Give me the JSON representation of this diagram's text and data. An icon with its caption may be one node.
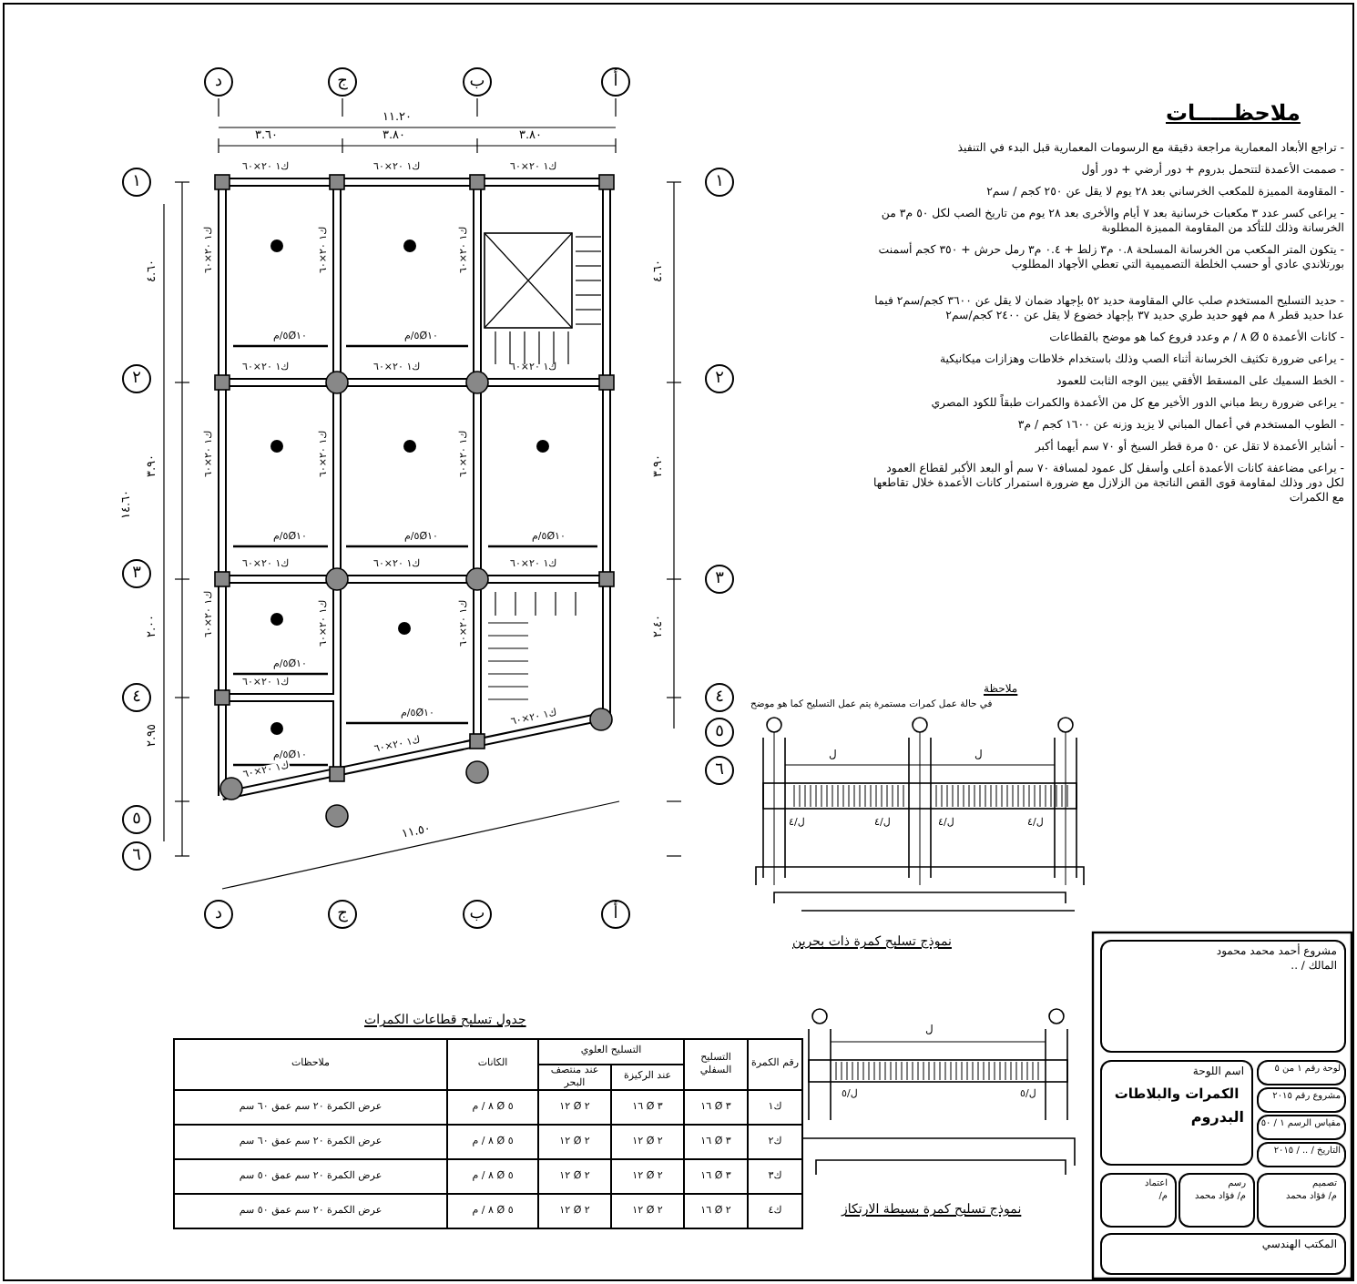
{
  "diagram": {
    "nodes": [
      {
        "text": [
          "د"
        ]
      },
      {
        "text": [
          "ج"
        ]
      },
      {
        "text": [
          "ب"
        ]
      },
      {
        "text": [
          "أ"
        ]
      },
      {
        "text": [
          "١"
        ]
      },
      {
        "text": [
          "٢"
        ]
      },
      {
        "text": [
          "٣"
        ]
      },
      {
        "text": [
          "٤"
        ]
      },
      {
        "text": [
          "٥"
        ]
      },
      {
        "text": [
          "٦"
        ]
      },
      {
        "text": [
          "١"
        ]
      },
      {
        "text": [
          "٢"
        ]
      },
      {
        "text": [
          "٣"
        ]
      },
      {
        "text": [
          "٤"
        ]
      },
      {
        "text": [
          "٥"
        ]
      },
      {
        "text": [
          "٦"
        ]
      },
      {
        "text": [
          "د"
        ]
      },
      {
        "text": [
          "ج"
        ]
      },
      {
        "text": [
          "ب"
        ]
      },
      {
        "text": [
          "أ"
        ]
      },
      {
        "text": [
          "مشروع أحمد محمد محمود",
          "المالك / .."
        ]
      },
      {
        "text": [
          "اسم اللوحة",
          "الكمرات والبلاطات",
          "البدروم"
        ]
      },
      {
        "text": [
          "لوحة رقم ١ من ٥"
        ]
      },
      {
        "text": [
          "مشروع رقم ٢٠١٥"
        ]
      },
      {
        "text": [
          "مقياس الرسم ١ / ٥٠"
        ]
      },
      {
        "text": [
          "التاريخ / .. / ٢٠١٥"
        ]
      },
      {
        "text": [
          "تصميم",
          "م/ فؤاد محمد"
        ]
      },
      {
        "text": [
          "رسم",
          "م/ فؤاد محمد"
        ]
      },
      {
        "text": [
          "اعتماد",
          "م/"
        ]
      },
      {
        "text": [
          "المكتب الهندسي"
        ]
      }
    ],
    "edges": [],
    "labels": [
      "ملاحظـــــات",
      "- تراجع الأبعاد المعمارية مراجعة دقيقة مع الرسومات المعمارية قبل البدء في التنفيذ",
      "- صممت الأعمدة لتتحمل بدروم + دور أرضي + دور أول",
      "- المقاومة المميزة للمكعب الخرساني بعد ٢٨ يوم لا يقل عن ٢٥٠ كجم / سم٢",
      "- يراعى كسر عدد ٣ مكعبات خرسانية بعد ٧ أيام والأخرى بعد ٢٨ يوم من تاريخ الصب لكل ٥٠ م٣ من الخرسانة وذلك للتأكد من المقاومة المميزة المطلوبة",
      "- يتكون المتر المكعب من الخرسانة المسلحة ٠.٨ م٣ زلط + ٠.٤ م٣ رمل حرش + ٣٥٠ كجم أسمنت بورتلاندي عادي أو حسب الخلطة التصميمية التي تعطي الأجهاد المطلوب",
      "- حديد التسليح المستخدم صلب عالي المقاومة حديد ٥٢ بإجهاد ضمان لا يقل عن ٣٦٠٠ كجم/سم٢ فيما عدا حديد قطر ٨ مم فهو حديد طري حديد ٣٧ بإجهاد خضوع لا يقل عن ٢٤٠٠ كجم/سم٢",
      "- كانات الأعمدة ٥ Ø ٨ / م وعدد فروع كما هو موضح بالقطاعات",
      "- يراعى ضرورة تكثيف الخرسانة أثناء الصب وذلك باستخدام خلاطات وهزازات ميكانيكية",
      "- الخط السميك على المسقط الأفقي يبين الوجه الثابت للعمود",
      "- يراعى ضرورة ربط مباني الدور الأخير مع كل من الأعمدة والكمرات طبقاً للكود المصري",
      "- الطوب المستخدم في أعمال المباني لا يزيد وزنه عن ١٦٠٠ كجم / م٣",
      "- أشاير الأعمدة لا تقل عن ٥٠ مرة قطر السيخ أو ٧٠ سم أيهما أكبر",
      "- يراعى مضاعفة كانات الأعمدة أعلى وأسفل كل عمود لمسافة ٧٠ سم أو البعد الأكبر لقطاع العمود لكل دور وذلك لمقاومة قوى القص الناتجة من الزلازل مع ضرورة استمرار كانات الأعمدة خلال تقاطعها مع الكمرات",
      "١١.٢٠",
      "٣.٦٠",
      "٣.٨٠",
      "٣.٨٠",
      "ك١ ٢٠×٦٠",
      "ك١ ٢٠×٦٠",
      "ك١ ٢٠×٦٠",
      "ك١ ٢٠×٦٠",
      "ك١ ٢٠×٦٠",
      "ك١ ٢٠×٦٠",
      "ك١ ٢٠×٦٠",
      "ك١ ٢٠×٦٠",
      "ك١ ٢٠×٦٠",
      "ك١ ٢٠×٦٠",
      "ك١ ٢٠×٦٠",
      "ك١ ٢٠×٦٠",
      "ك١ ٢٠×٦٠",
      "ك١ ٢٠×٦٠",
      "ك١ ٢٠×٦٠",
      "ك١ ٢٠×٦٠",
      "ك١ ٢٠×٦٠",
      "ك١ ٢٠×٦٠",
      "ك١ ٢٠×٦٠",
      "ك١ ٢٠×٦٠",
      "ك١ ٢٠×٦٠",
      "ك١ ٢٠×٦٠",
      "٥Ø١٠/م",
      "٥Ø١٠/م",
      "٥Ø١٠/م",
      "٥Ø١٠/م",
      "٥Ø١٠/م",
      "٥Ø١٠/م",
      "٥Ø١٠/م",
      "٥Ø١٠/م",
      "١٤.٦٠",
      "٤.٦٠",
      "٣.٩٠",
      "٢.٠٠",
      "٢.٩٥",
      "٤.٦٠",
      "٣.٩٠",
      "٢.٤٠",
      "١١.٥٠",
      "ملاحظة",
      "في حالة عمل كمرات مستمرة يتم عمل التسليح كما هو موضح",
      "ل",
      "ل",
      "ل/٤",
      "ل/٤",
      "ل/٤",
      "ل/٤",
      "نموذج تسليح كمرة ذات بحرين",
      "ل",
      "ل/٥",
      "ل/٥",
      "نموذج تسليح كمرة بسيطة الارتكاز",
      "جدول تسليح قطاعات الكمرات",
      "رقم الكمرة",
      "التسليح السفلي",
      "التسليح العلوي",
      "الكانات",
      "ملاحظات",
      "عند الركيزة",
      "عند منتصف البحر",
      "ك١",
      "٣ Ø ١٦",
      "٣ Ø ١٦",
      "٢ Ø ١٢",
      "٥ Ø ٨ / م",
      "عرض الكمرة ٢٠ سم عمق ٦٠ سم",
      "ك٢",
      "٣ Ø ١٦",
      "٢ Ø ١٢",
      "٢ Ø ١٢",
      "٥ Ø ٨ / م",
      "عرض الكمرة ٢٠ سم عمق ٦٠ سم",
      "ك٣",
      "٣ Ø ١٦",
      "٢ Ø ١٢",
      "٢ Ø ١٢",
      "٥ Ø ٨ / م",
      "عرض الكمرة ٢٠ سم عمق ٥٠ سم",
      "ك٤",
      "٢ Ø ١٦",
      "٢ Ø ١٢",
      "٢ Ø ١٢",
      "٥ Ø ٨ / م",
      "عرض الكمرة ٢٠ سم عمق ٥٠ سم"
    ]
  }
}
